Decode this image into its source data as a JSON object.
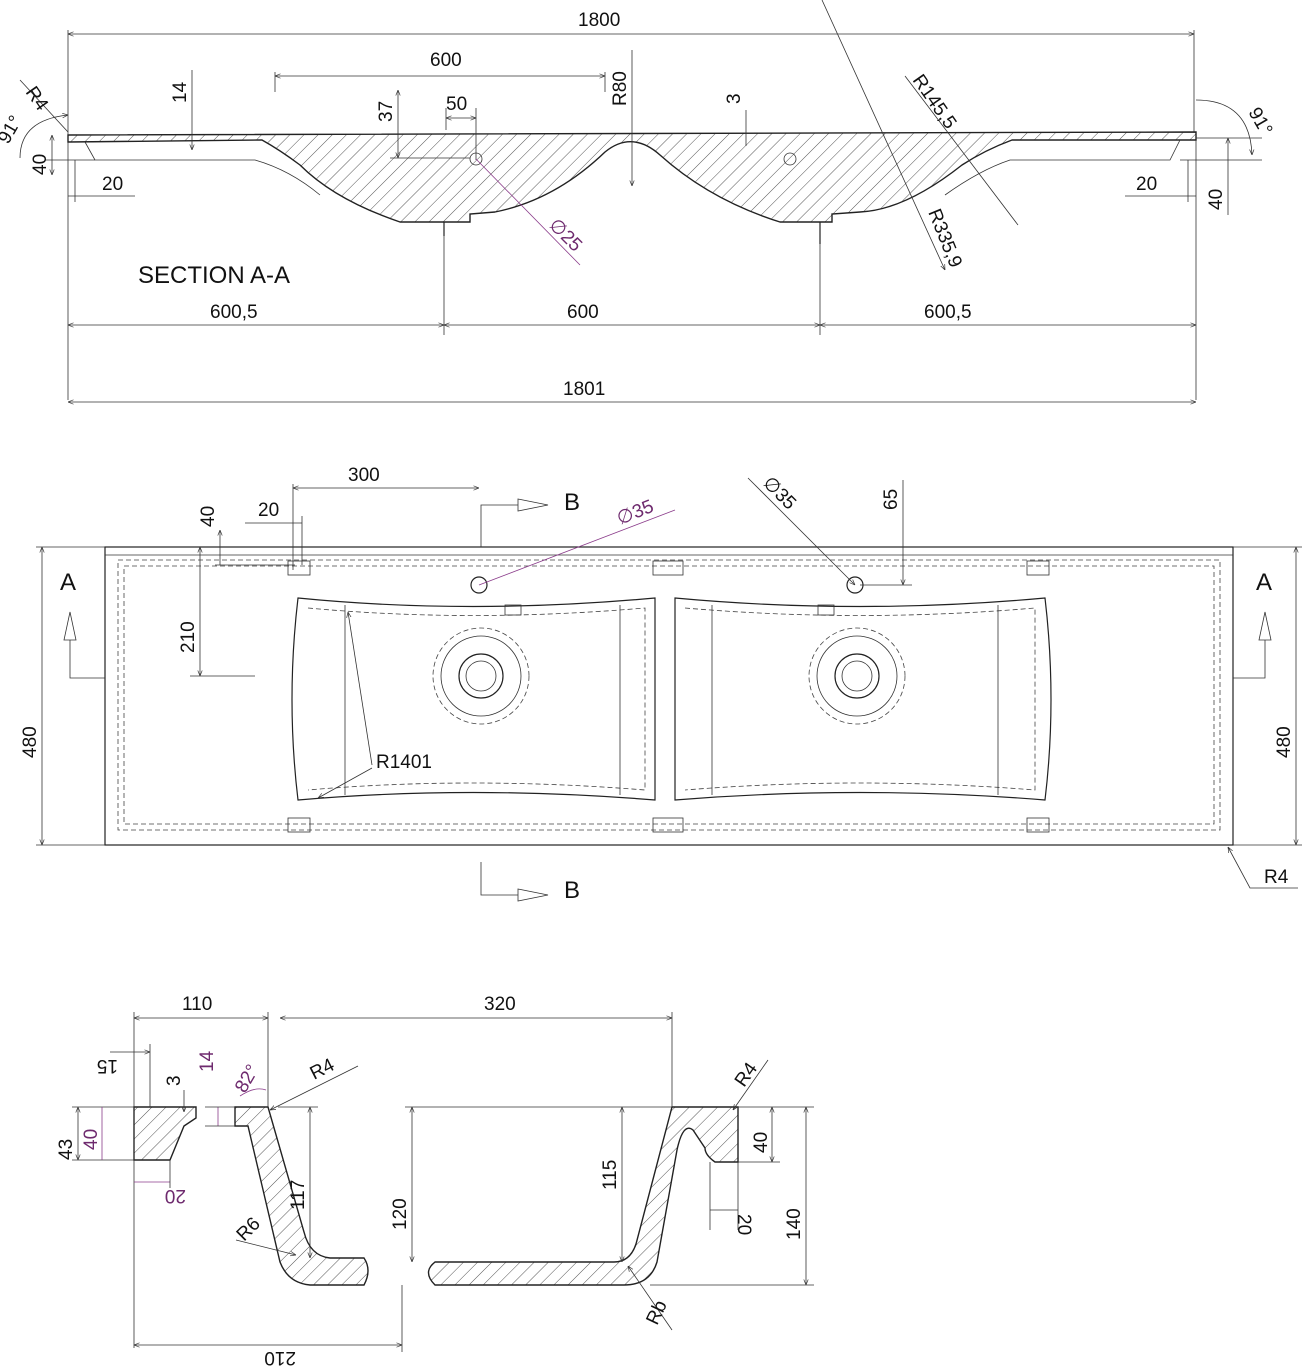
{
  "section_title": "SECTION A-A",
  "section_marks": {
    "a": "A",
    "b": "B"
  },
  "section_aa": {
    "overall_top": "1800",
    "basin_600": "600",
    "r4": "R4",
    "angle_left": "91°",
    "angle_right": "91°",
    "d14": "14",
    "d37": "37",
    "d50": "50",
    "r80": "R80",
    "d3": "3",
    "r145": "R145,5",
    "r335": "R335,9",
    "d40_left": "40",
    "d40_right": "40",
    "d20_left": "20",
    "d20_right": "20",
    "phi25": "∅25",
    "bot_600_5_left": "600,5",
    "bot_600": "600",
    "bot_600_5_right": "600,5",
    "overall_bottom": "1801"
  },
  "plan": {
    "d300": "300",
    "d40": "40",
    "d20": "20",
    "phi35_left": "∅35",
    "phi35_right": "∅35",
    "d65": "65",
    "d210": "210",
    "d480_left": "480",
    "d480_right": "480",
    "r1401": "R1401",
    "r4": "R4"
  },
  "section_bb": {
    "d110": "110",
    "d320": "320",
    "d15": "15",
    "d3": "3",
    "d14": "14",
    "a82": "82°",
    "r4_left": "R4",
    "r4_right": "R4",
    "d43": "43",
    "d40_left": "40",
    "d20_left": "20",
    "d117": "117",
    "r6": "R6",
    "d120": "120",
    "d115": "115",
    "d40_right": "40",
    "d20_right": "20",
    "d140": "140",
    "rb": "Rb",
    "d210": "210"
  }
}
